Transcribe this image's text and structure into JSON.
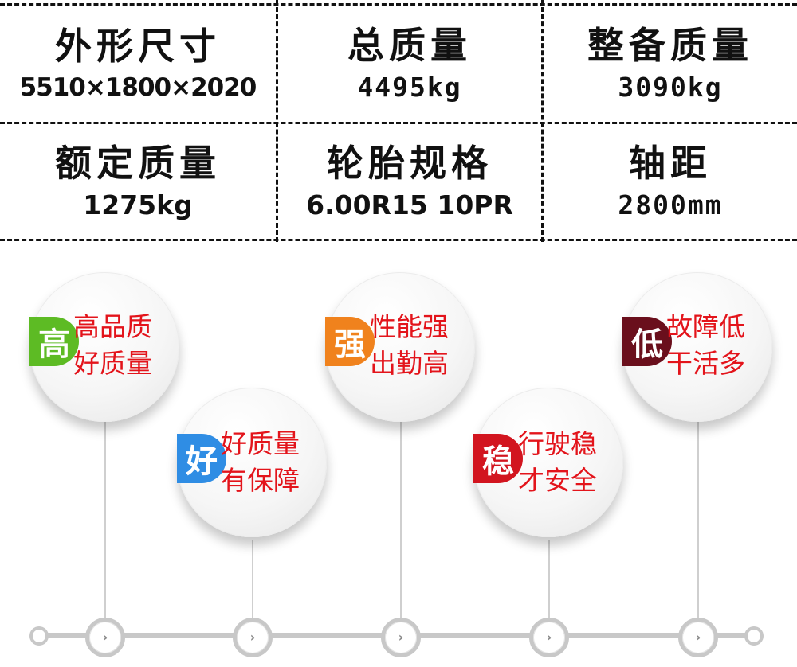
{
  "specs": {
    "overall_dimensions": {
      "label": "外形尺寸",
      "value": "5510×1800×2020"
    },
    "gross_mass": {
      "label": "总质量",
      "value": "4495kg"
    },
    "curb_mass": {
      "label": "整备质量",
      "value": "3090kg"
    },
    "rated_load": {
      "label": "额定质量",
      "value": "1275kg"
    },
    "tire_spec": {
      "label": "轮胎规格",
      "value": "6.00R15 10PR"
    },
    "wheelbase": {
      "label": "轴距",
      "value": "2800mm"
    }
  },
  "features": [
    {
      "badge": "高",
      "line1": "高品质",
      "line2": "好质量",
      "color": "#5dbb24"
    },
    {
      "badge": "好",
      "line1": "好质量",
      "line2": "有保障",
      "color": "#2f8de4"
    },
    {
      "badge": "强",
      "line1": "性能强",
      "line2": "出勤高",
      "color": "#f0821d"
    },
    {
      "badge": "稳",
      "line1": "行驶稳",
      "line2": "才安全",
      "color": "#d2151f"
    },
    {
      "badge": "低",
      "line1": "故障低",
      "line2": "干活多",
      "color": "#6a0f1c"
    }
  ],
  "timeline": {
    "node_icon": "chevron-right-icon",
    "node_glyph": "›",
    "rail_color": "#c8c8c8"
  },
  "text_color": "#e3141b"
}
